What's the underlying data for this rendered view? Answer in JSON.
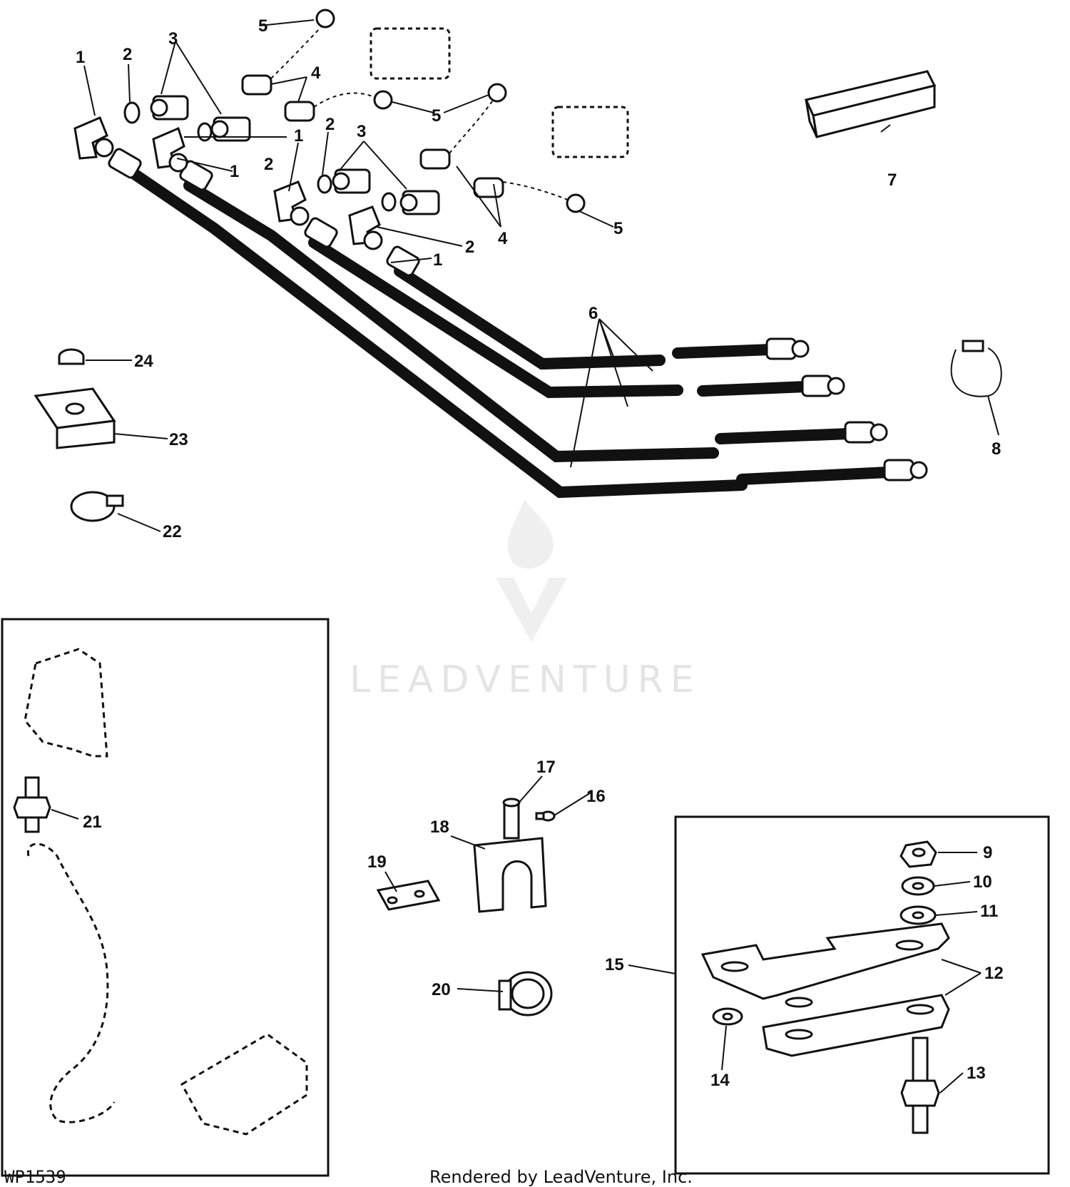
{
  "figure_id": "WP1539",
  "credit": "Rendered by LeadVenture, Inc.",
  "watermark": "LEADVENTURE",
  "callouts": {
    "c1a": "1",
    "c1b": "1",
    "c1c": "1",
    "c1d": "1",
    "c2a": "2",
    "c2b": "2",
    "c2c": "2",
    "c2d": "2",
    "c3a": "3",
    "c3b": "3",
    "c4a": "4",
    "c4b": "4",
    "c5a": "5",
    "c5b": "5",
    "c5c": "5",
    "c6": "6",
    "c7": "7",
    "c8": "8",
    "c9": "9",
    "c10": "10",
    "c11": "11",
    "c12": "12",
    "c13": "13",
    "c14": "14",
    "c15": "15",
    "c16": "16",
    "c17": "17",
    "c18": "18",
    "c19": "19",
    "c20": "20",
    "c21": "21",
    "c22": "22",
    "c23": "23",
    "c24": "24"
  }
}
